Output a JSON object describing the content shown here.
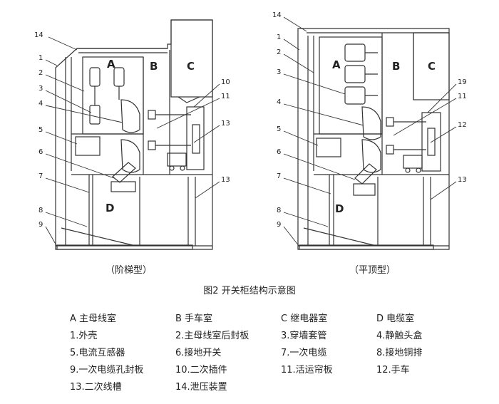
{
  "figure": {
    "title": "图2 开关柜结构示意图",
    "left_caption": "（阶梯型）",
    "right_caption": "（平顶型）"
  },
  "left_diagram": {
    "compartment_labels": [
      "A",
      "B",
      "C",
      "D"
    ],
    "callouts_left": [
      "14",
      "1",
      "2",
      "3",
      "4",
      "5",
      "6",
      "7",
      "8",
      "9"
    ],
    "callouts_right": [
      "10",
      "11",
      "13",
      "13"
    ]
  },
  "right_diagram": {
    "compartment_labels": [
      "A",
      "B",
      "C",
      "D"
    ],
    "callouts_left": [
      "14",
      "1",
      "2",
      "3",
      "4",
      "5",
      "6",
      "7",
      "8",
      "9"
    ],
    "callouts_right": [
      "19",
      "11",
      "12",
      "13"
    ]
  },
  "legend": {
    "rows": [
      [
        "A 主母线室",
        "B 手车室",
        "C 继电器室",
        "D 电缆室"
      ],
      [
        "1.外壳",
        "2.主母线室后封板",
        "3.穿墙套管",
        "4.静触头盒"
      ],
      [
        "5.电流互感器",
        "6.接地开关",
        "7.一次电缆",
        "8.接地铜排"
      ],
      [
        "9.一次电缆孔封板",
        "10.二次插件",
        "11.活运帘板",
        "12.手车"
      ],
      [
        "13.二次线槽",
        "14.泄压装置"
      ]
    ]
  }
}
